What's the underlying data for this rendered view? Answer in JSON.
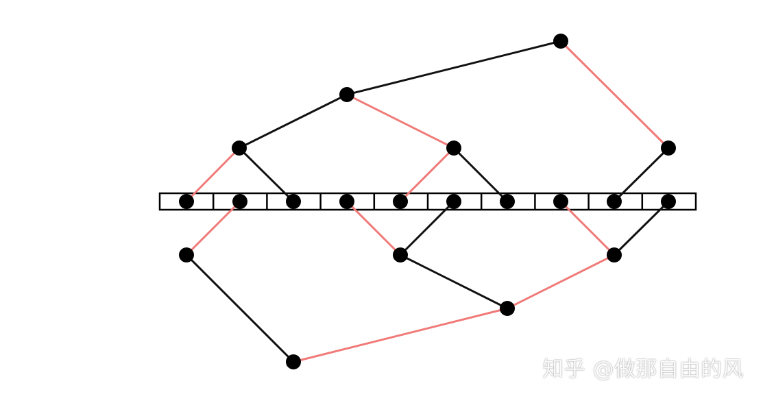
{
  "diagram": {
    "type": "tree-structure",
    "colors": {
      "black_edge": "#111111",
      "red_edge": "#f07a78",
      "node": "#000000",
      "array_border": "#000000"
    },
    "array_cell_count": 10,
    "node_labels": [],
    "edge_labels": []
  },
  "watermark": {
    "text": "知乎 @做那自由的风"
  }
}
